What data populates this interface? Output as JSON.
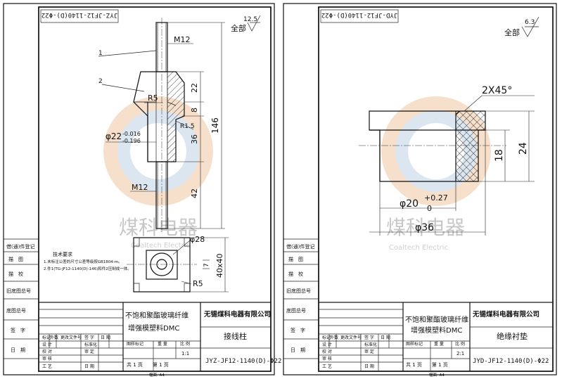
{
  "left_sheet": {
    "drawing_code_mirrored": "JYZ-JF12-1140(D)-Φ22",
    "roughness_all": "全部",
    "roughness_value": "12.5",
    "callout_1": "1",
    "callout_2": "2",
    "thread_top": "M12",
    "thread_bottom": "M12",
    "radius_1": "R5",
    "radius_2": "R1.5",
    "radius_3": "R5",
    "dim_22": "22",
    "dim_8": "8",
    "dim_36": "36",
    "dim_42": "42",
    "dim_146": "146",
    "dia_base": "φ22",
    "tol_upper": "-0.016",
    "tol_lower": "-0.196",
    "dia_28": "φ28",
    "dim_7": "7",
    "dim_40x40": "40x40",
    "tech_title": "技术要求",
    "tech_1": "1.未标注公差的尺寸公差等级按GB1804-m。",
    "tech_2": "2.件1(TG-JF12-1140(D)-146)和件2压制成一体。",
    "material_line1": "不饱和聚酯玻璃纤维",
    "material_line2": "增强模塑料DMC",
    "company": "无锡煤科电器有限公司",
    "part_name": "接线柱",
    "scale": "1:1",
    "drawing_code": "JYZ-JF12-1140(D)-Φ22",
    "sheet_info": "共 1 页　　第 1 页",
    "paper_size": "幅面: A4"
  },
  "right_sheet": {
    "drawing_code_mirrored": "JYD-JF12-1140(D)-Φ22",
    "roughness_all": "全部",
    "roughness_value": "6.3",
    "chamfer": "2X45°",
    "dim_18": "18",
    "dim_24": "24",
    "dia_20": "φ20",
    "tol_upper": "+0.27",
    "tol_lower": "0",
    "dia_36": "φ36",
    "material_line1": "不饱和聚酯玻璃纤维",
    "material_line2": "增强模塑料DMC",
    "company": "无锡煤科电器有限公司",
    "part_name": "绝缘衬垫",
    "scale": "2:1",
    "drawing_code": "JYD-JF12-1140(D)-Φ22",
    "sheet_info": "共 1 页　　第 1 页",
    "paper_size": "幅面: A4"
  },
  "side_labels": {
    "l1": "借(通)件登记",
    "l2": "描　图",
    "l3": "描　校",
    "l4": "旧底图总号",
    "l5": "底图总号",
    "l6": "签　字",
    "l7": "日　期"
  },
  "title_block": {
    "h_mark": "标记",
    "h_count": "外数",
    "h_change": "更改文件号",
    "h_sign": "签 字",
    "h_date": "日 期",
    "r_design": "设 计",
    "r_check": "校 对",
    "r_review": "审 核",
    "r_process": "工 艺",
    "c_std": "标准化",
    "c_approve": "审 定",
    "c_date": "日 期",
    "h_drawmark": "图样标记",
    "h_weight": "重 量",
    "h_scale": "比 例"
  },
  "watermark": {
    "cn": "煤科电器",
    "en": "Coaltech Electric"
  }
}
